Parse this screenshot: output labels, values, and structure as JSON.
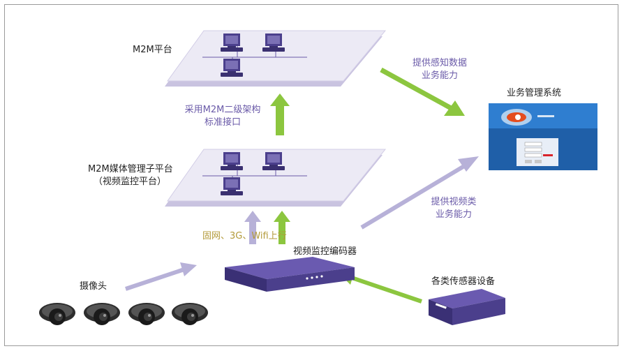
{
  "labels": {
    "m2m_platform": "M2M平台",
    "media_platform_line1": "M2M媒体管理子平台",
    "media_platform_line2": "（视频监控平台）",
    "standard_interface_line1": "采用M2M二级架构",
    "standard_interface_line2": "标准接口",
    "sensing_data_line1": "提供感知数据",
    "sensing_data_line2": "业务能力",
    "business_system": "业务管理系统",
    "video_capability_line1": "提供视频类",
    "video_capability_line2": "业务能力",
    "network_types": "固网、3G、Wifi上行",
    "encoder": "视频监控编码器",
    "camera": "摄像头",
    "sensors": "各类传感器设备"
  },
  "colors": {
    "green_arrow": "#8cc63f",
    "lavender_arrow": "#b7b1d8",
    "purple_text": "#6a5aa8",
    "gold_text": "#b39a3a",
    "platform_fill": "#ece9f5",
    "platform_shadow": "#c9c3e0",
    "device_fill": "#4b3f8c"
  },
  "icons": [
    "computer-icon",
    "encoder-device-icon",
    "sensor-device-icon",
    "dome-camera-icon",
    "business-system-screenshot"
  ]
}
